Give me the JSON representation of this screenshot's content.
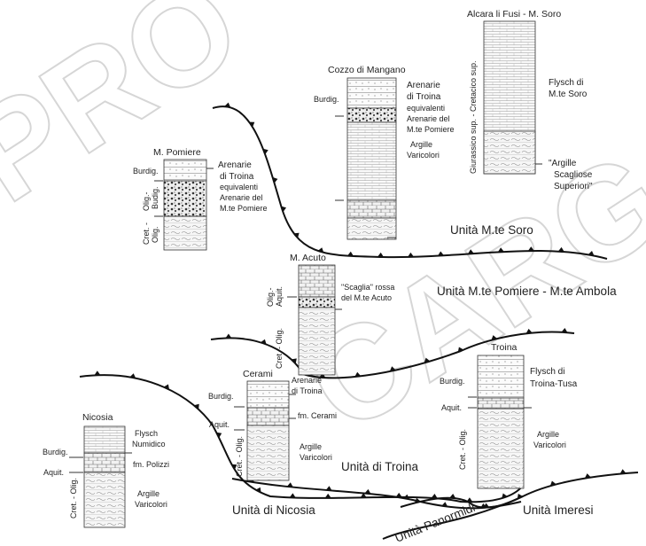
{
  "watermark": {
    "left": "PRO",
    "right": "CARG"
  },
  "thrust_units": [
    {
      "id": "soro",
      "name": "Unità M.te Soro"
    },
    {
      "id": "pomiere",
      "name": "Unità M.te Pomiere - M.te Ambola"
    },
    {
      "id": "troina",
      "name": "Unità di Troina"
    },
    {
      "id": "nicosia",
      "name": "Unità di Nicosia"
    },
    {
      "id": "panormidi",
      "name": "Unità Panormidi"
    },
    {
      "id": "imeresi",
      "name": "Unità Imeresi"
    }
  ],
  "columns": {
    "alcara": {
      "title": "Alcara li Fusi - M. Soro",
      "age": "Giurassico sup. - Cretacico sup.",
      "formations": [
        "Flysch di",
        "M.te Soro",
        "\"Argille",
        "Scagliose",
        "Superiori\""
      ]
    },
    "cozzo": {
      "title": "Cozzo di Mangano",
      "age_top": "Burdig.",
      "formations": [
        "Arenarie",
        "di Troina",
        "equivalenti",
        "Arenarie del",
        "M.te Pomiere",
        "Argille",
        "Varicolori"
      ]
    },
    "mpomiere": {
      "title": "M. Pomiere",
      "ages": [
        "Burdig.",
        "Olig.-",
        "Budig.",
        "Cret. -",
        "Olig."
      ],
      "formations": [
        "Arenarie",
        "di Troina",
        "equivalenti",
        "Arenarie del",
        "M.te Pomiere"
      ]
    },
    "macuto": {
      "title": "M. Acuto",
      "ages": [
        "Olig.-",
        "Aquit.",
        "Cret. - Olig."
      ],
      "formations": [
        "\"Scaglia\" rossa",
        "del M.te Acuto"
      ]
    },
    "cerami": {
      "title": "Cerami",
      "ages": [
        "Burdig.",
        "Aquit.",
        "Cret. - Olig."
      ],
      "formations": [
        "Arenarie",
        "di Troina",
        "fm. Cerami",
        "Argille",
        "Varicolori"
      ]
    },
    "troina": {
      "title": "Troina",
      "ages": [
        "Burdig.",
        "Aquit.",
        "Cret. - Olig."
      ],
      "formations": [
        "Flysch di",
        "Troina-Tusa",
        "Argille",
        "Varicolori"
      ]
    },
    "nicosia": {
      "title": "Nicosia",
      "ages": [
        "Burdig.",
        "Aquit.",
        "Cret. - Olig."
      ],
      "formations": [
        "Flysch",
        "Numidico",
        "fm. Polizzi",
        "Argille",
        "Varicolori"
      ]
    }
  }
}
